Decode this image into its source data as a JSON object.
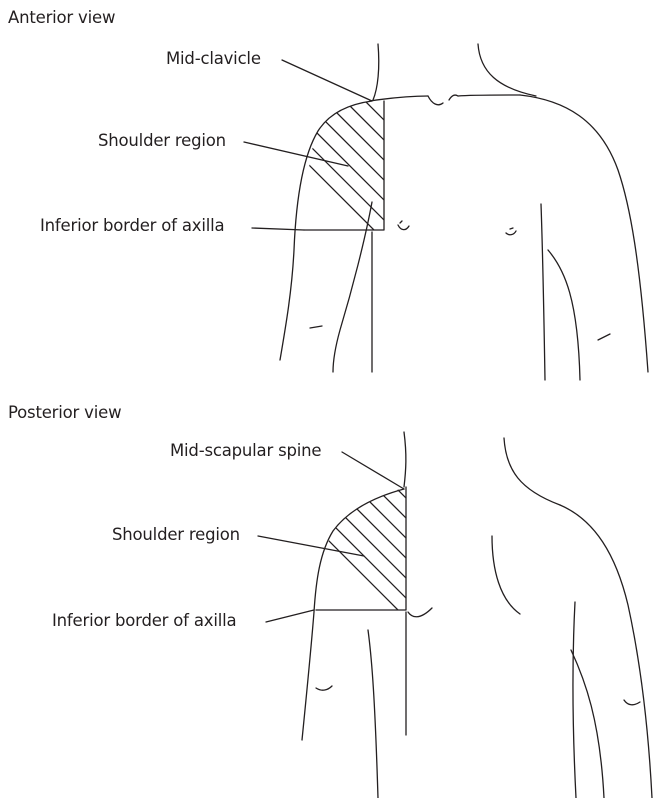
{
  "anterior": {
    "heading": "Anterior view",
    "labels": {
      "mid_clavicle": "Mid-clavicle",
      "shoulder_region": "Shoulder region",
      "inferior_border": "Inferior border of axilla"
    }
  },
  "posterior": {
    "heading": "Posterior view",
    "labels": {
      "mid_scapular_spine": "Mid-scapular spine",
      "shoulder_region": "Shoulder region",
      "inferior_border": "Inferior border of axilla"
    }
  },
  "colors": {
    "ink": "#231f20",
    "background": "#ffffff"
  }
}
